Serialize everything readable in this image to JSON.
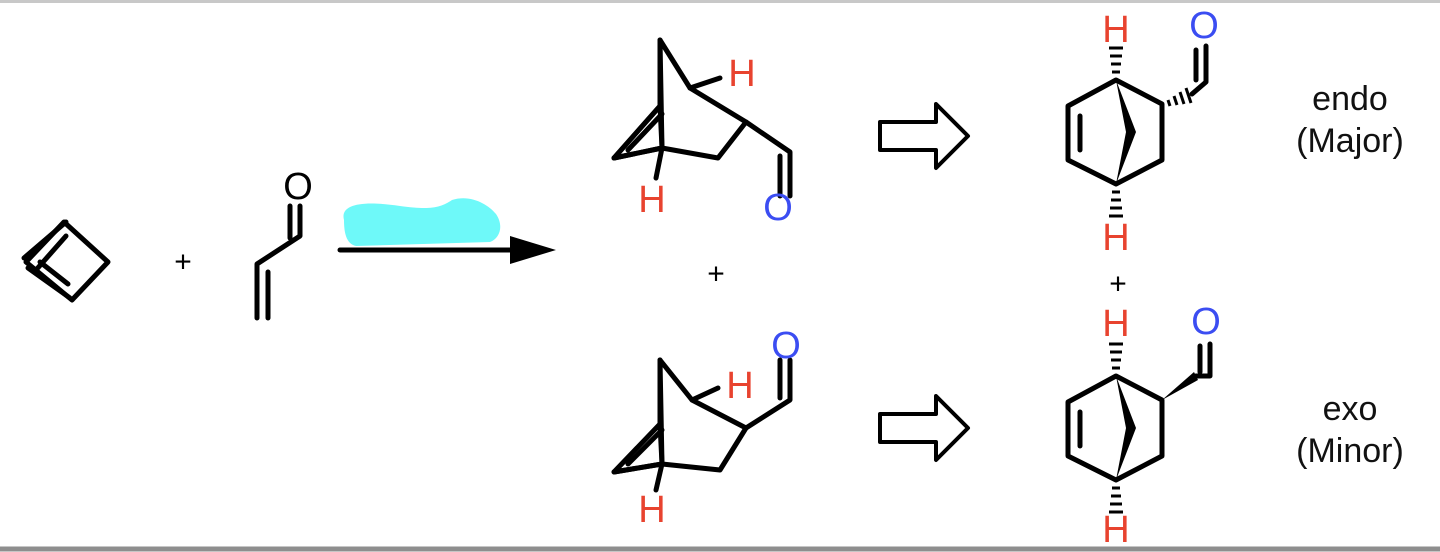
{
  "atoms": {
    "hydrogen": "H",
    "oxygen": "O"
  },
  "plus_sign": "+",
  "products": {
    "endo": {
      "name": "endo",
      "label": "(Major)"
    },
    "exo": {
      "name": "exo",
      "label": "(Minor)"
    }
  },
  "colors": {
    "hydrogen": "#e8432f",
    "oxygen": "#3b4df2",
    "catalyst_blob": "#6ef9f9",
    "bond": "#000000",
    "border": "#8e8e8e"
  }
}
